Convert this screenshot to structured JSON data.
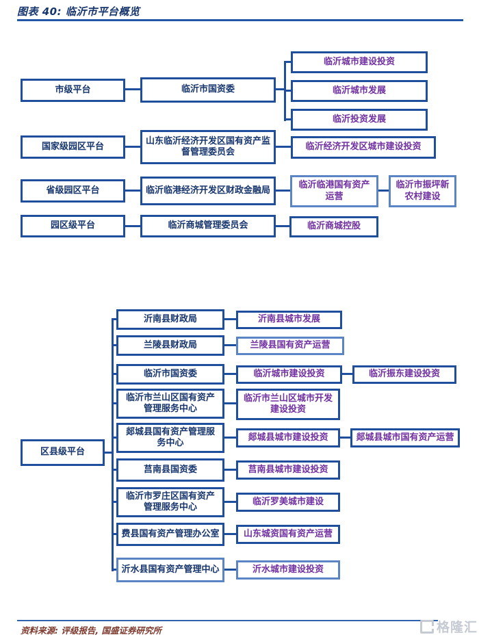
{
  "header": {
    "title": "图表 40: 临沂市平台概览"
  },
  "top": {
    "rows": [
      {
        "level1": "市级平台",
        "level2": "临沂市国资委",
        "children": [
          "临沂城市建设投资",
          "临沂城市发展",
          "临沂投资发展"
        ]
      },
      {
        "level1": "国家级园区平台",
        "level2": "山东临沂经济开发区国有资产监督管理委员会",
        "children": [
          "临沂经济开发区城市建设投资"
        ]
      },
      {
        "level1": "省级园区平台",
        "level2": "临沂临港经济开发区财政金融局",
        "children": [
          "临沂临港国有资产运营"
        ],
        "grandchild": "临沂市振坪新农村建设"
      },
      {
        "level1": "园区级平台",
        "level2": "临沂商城管理委员会",
        "children": [
          "临沂商城控股"
        ]
      }
    ]
  },
  "bottom": {
    "level1": "区县级平台",
    "rows": [
      {
        "level2": "沂南县财政局",
        "level3": "沂南县城市发展"
      },
      {
        "level2": "兰陵县财政局",
        "level3": "兰陵县国有资产运营"
      },
      {
        "level2": "临沂市国资委",
        "level3": "临沂城市建设投资",
        "level4": "临沂振东建设投资"
      },
      {
        "level2": "临沂市兰山区国有资产管理服务中心",
        "level3": "临沂市兰山区城市开发建设投资"
      },
      {
        "level2": "郯城县国有资产管理服务中心",
        "level3": "郯城县城市建设投资",
        "level4": "郯城县城市国有资产运营"
      },
      {
        "level2": "莒南县国资委",
        "level3": "莒南县城市建设投资"
      },
      {
        "level2": "临沂市罗庄区国有资产管理服务中心",
        "level3": "临沂罗美城市建设"
      },
      {
        "level2": "费县国有资产管理办公室",
        "level3": "山东城资国有资产运营"
      },
      {
        "level2": "沂水县国有资产管理中心",
        "level3": "沂水城市建设投资"
      }
    ]
  },
  "footer": {
    "source": "资料来源: 评级报告, 国盛证券研究所",
    "logo_text": "格隆汇"
  },
  "colors": {
    "box_border": "#1f4e9c",
    "box_border_light": "#5b84c4",
    "navy_text": "#17366d",
    "purple_text": "#7030a0",
    "accent_line": "#2257a8",
    "source_text": "#7d3a2e",
    "logo_gray": "#c6cad3"
  }
}
